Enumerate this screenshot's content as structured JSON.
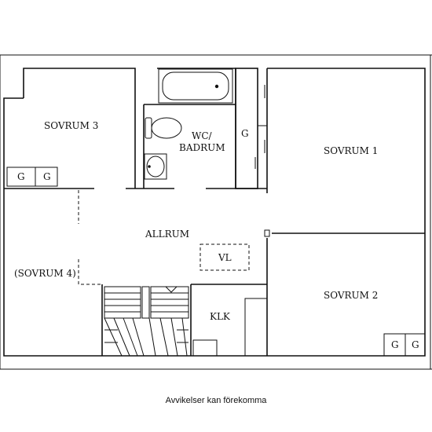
{
  "rooms": {
    "sovrum3": "SOVRUM 3",
    "wc_line1": "WC/",
    "wc_line2": "BADRUM",
    "g_wardrobe": "G",
    "sovrum1": "SOVRUM 1",
    "allrum": "ALLRUM",
    "vl": "VL",
    "sovrum4": "(SOVRUM 4)",
    "sovrum2": "SOVRUM 2",
    "klk": "KLK",
    "g_sov3_a": "G",
    "g_sov3_b": "G",
    "g_sov2_a": "G",
    "g_sov2_b": "G"
  },
  "footer": {
    "disclaimer": "Avvikelser kan förekomma"
  }
}
